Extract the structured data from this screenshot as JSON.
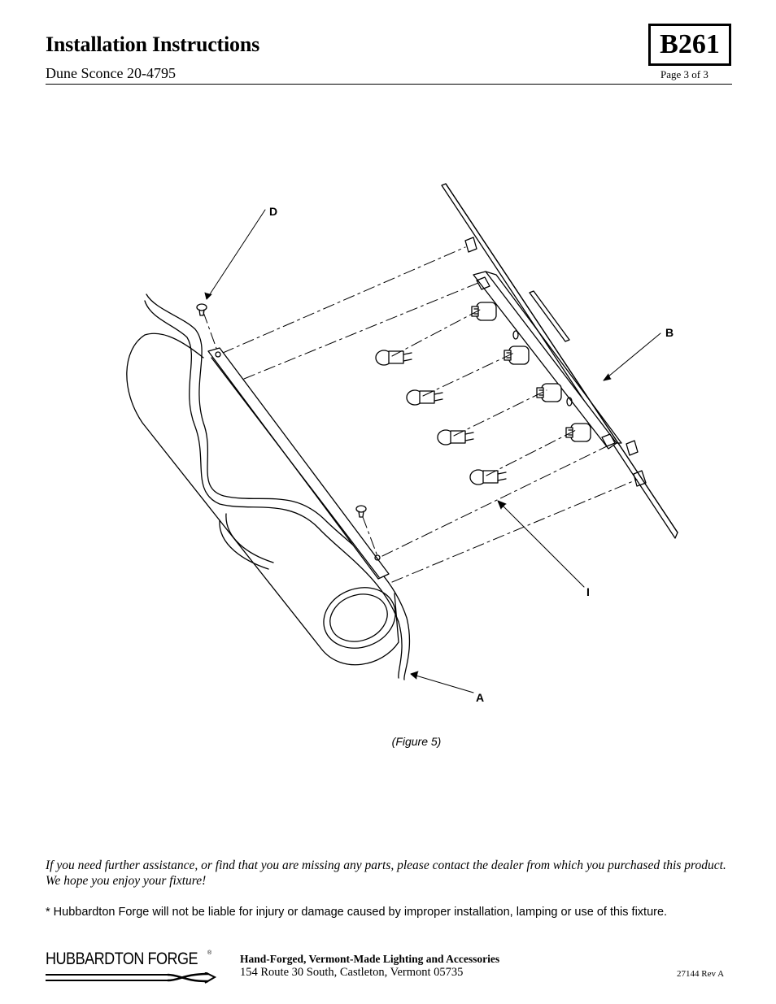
{
  "header": {
    "title": "Installation Instructions",
    "subtitle": "Dune Sconce 20-4795",
    "code": "B261",
    "page": "Page 3 of 3"
  },
  "figure": {
    "callouts": {
      "a": "A",
      "b": "B",
      "d": "D",
      "i": "I"
    },
    "caption": "(Figure 5)"
  },
  "body": {
    "help_text": "If you need further assistance, or find that you are missing any parts, please contact the dealer from which you purchased this product. We hope you enjoy your fixture!",
    "disclaimer": "* Hubbardton Forge will not be liable for injury or damage caused by improper installation, lamping or use of this fixture."
  },
  "footer": {
    "logo_text": "HUBBARDTON FORGE",
    "logo_mark": "®",
    "tagline": "Hand-Forged, Vermont-Made Lighting and Accessories",
    "address": "154 Route 30 South, Castleton, Vermont 05735",
    "doc_number": "27144 Rev A"
  }
}
